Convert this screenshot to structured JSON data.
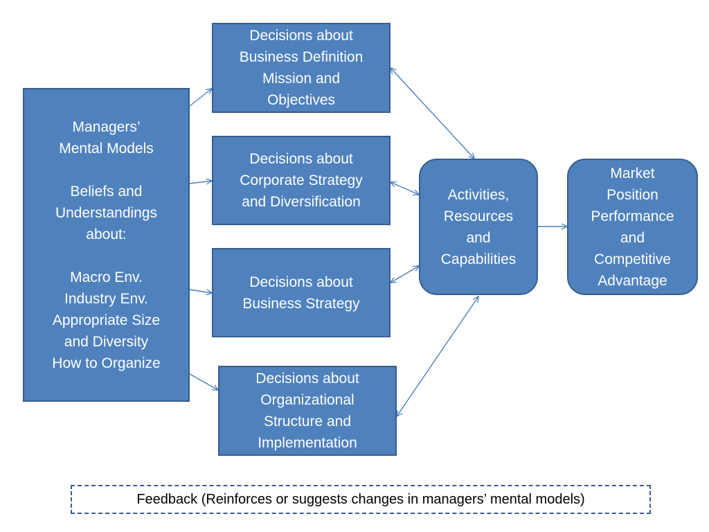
{
  "colors": {
    "box_fill": "#4f81bd",
    "box_border": "#385d8a",
    "box_text": "#ffffff",
    "arrow": "#4a7ebb"
  },
  "mental_models": {
    "text": "Managers’\nMental Models\n\nBeliefs and\nUnderstandings\nabout:\n\nMacro Env.\nIndustry Env.\nAppropriate Size\nand Diversity\nHow to Organize"
  },
  "decisions": {
    "business_definition": "Decisions about\nBusiness Definition\nMission and\nObjectives",
    "corporate_strategy": "Decisions about\nCorporate Strategy\nand  Diversification",
    "business_strategy": "Decisions about\nBusiness Strategy",
    "organizational_structure": "Decisions about\nOrganizational\nStructure  and\nImplementation"
  },
  "activities": {
    "text": "Activities,\nResources\nand\nCapabilities"
  },
  "market": {
    "text": "Market\nPosition\nPerformance\nand\nCompetitive\nAdvantage"
  },
  "feedback": {
    "text": "Feedback (Reinforces or suggests changes in managers’ mental models)"
  }
}
